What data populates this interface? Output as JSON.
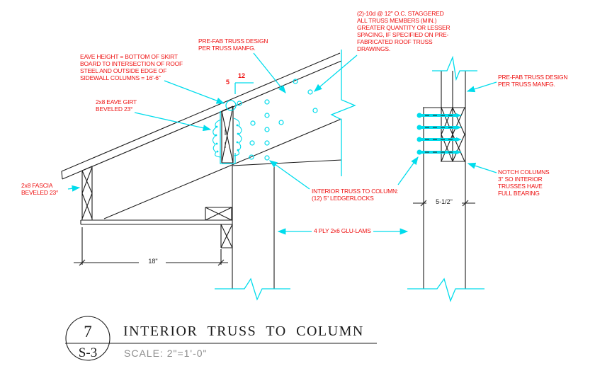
{
  "colors": {
    "annotation_red": "#ee1111",
    "leader_cyan": "#00dcec",
    "line_black": "#1c1c1c",
    "scale_gray": "#8d8d8d"
  },
  "notes": {
    "nailing": "(2)-10d @ 12\" O.C. STAGGERED\nALL TRUSS MEMBERS (MIN.)\nGREATER QUANTITY OR LESSER\nSPACING, IF SPECIFIED ON PRE-\nFABRICATED ROOF TRUSS\nDRAWINGS.",
    "eave_height": "EAVE HEIGHT = BOTTOM OF SKIRT\nBOARD TO INTERSECTION OF ROOF\nSTEEL AND OUTSIDE EDGE OF\nSIDEWALL COLUMNS = 16'-6\"",
    "prefab_truss_top": "PRE-FAB TRUSS DESIGN\nPER TRUSS MANFG.",
    "eave_girt": "2x8 EAVE GIRT\nBEVELED 23°",
    "fascia": "2x8 FASCIA\nBEVELED 23°",
    "interior_truss": "INTERIOR TRUSS TO COLUMN:\n(12) 5\" LEDGERLOCKS",
    "glulams": "4 PLY 2x6 GLU-LAMS",
    "prefab_truss_right": "PRE-FAB TRUSS DESIGN\nPER TRUSS MANFG.",
    "notch": "NOTCH COLUMNS\n3\" SO INTERIOR\nTRUSSES HAVE\nFULL BEARING"
  },
  "dimensions": {
    "overhang": "18\"",
    "column_width": "5-1/2\"",
    "slope_rise": "5",
    "slope_run": "12"
  },
  "titleblock": {
    "detail_number": "7",
    "sheet": "S-3",
    "title": "INTERIOR TRUSS TO COLUMN",
    "scale": "SCALE:  2\"=1'-0\""
  }
}
